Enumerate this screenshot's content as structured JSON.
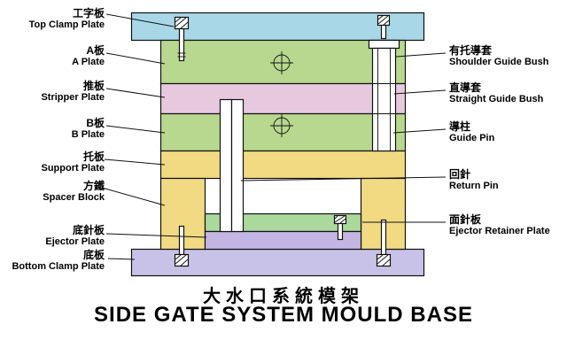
{
  "title": {
    "zh": "大水口系統模架",
    "en": "SIDE GATE SYSTEM MOULD BASE"
  },
  "labels_left": [
    {
      "zh": "工字板",
      "en": "Top Clamp Plate"
    },
    {
      "zh": "A板",
      "en": "A Plate"
    },
    {
      "zh": "推板",
      "en": "Stripper Plate"
    },
    {
      "zh": "B板",
      "en": "B Plate"
    },
    {
      "zh": "托板",
      "en": "Support Plate"
    },
    {
      "zh": "方鐵",
      "en": "Spacer Block"
    },
    {
      "zh": "底針板",
      "en": "Ejector Plate"
    },
    {
      "zh": "底板",
      "en": "Bottom Clamp Plate"
    }
  ],
  "labels_right": [
    {
      "zh": "有托導套",
      "en": "Shoulder Guide Bush"
    },
    {
      "zh": "直導套",
      "en": "Straight Guide Bush"
    },
    {
      "zh": "導柱",
      "en": "Guide Pin"
    },
    {
      "zh": "回針",
      "en": "Return Pin"
    },
    {
      "zh": "面針板",
      "en": "Ejector Retainer Plate"
    }
  ],
  "colors": {
    "top_clamp_plate": "#a8d8e8",
    "a_plate": "#b7d88e",
    "stripper_plate": "#e7c9df",
    "b_plate": "#b7d88e",
    "support_plate": "#f1da82",
    "spacer_block": "#f1da82",
    "ejector_retainer_plate": "#abd89d",
    "ejector_plate": "#c3b6e2",
    "bottom_clamp_plate": "#c9c2e8",
    "pin_white": "#ffffff",
    "outline": "#111111"
  }
}
